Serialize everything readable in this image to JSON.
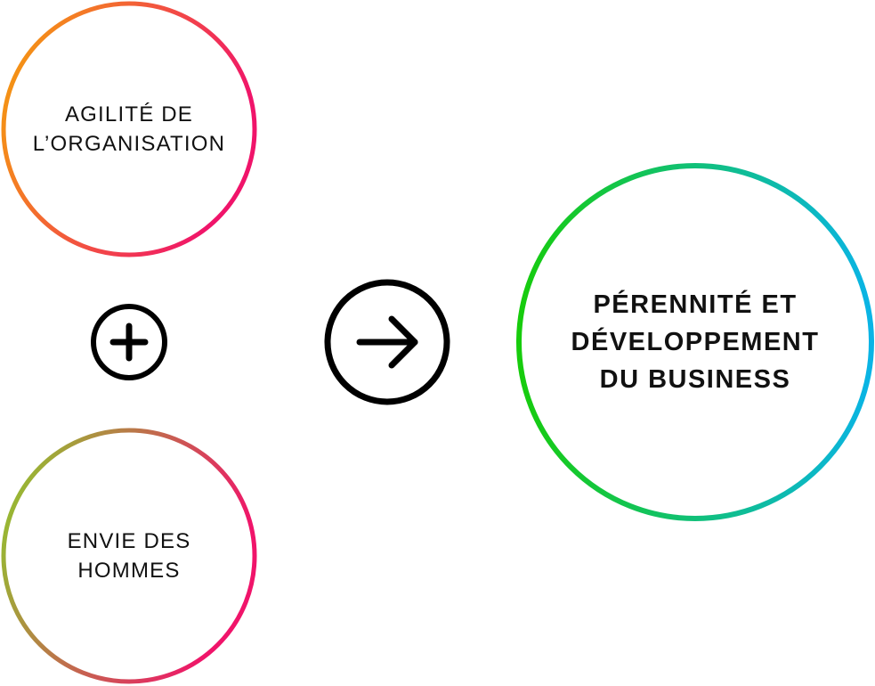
{
  "circles": {
    "agility": {
      "line1": "AGILITÉ DE",
      "line2": "L’ORGANISATION",
      "gradient": [
        "#f5a30a",
        "#f0146a"
      ]
    },
    "people": {
      "line1": "ENVIE DES",
      "line2": "HOMMES",
      "gradient": [
        "#8ccd2c",
        "#f0146a"
      ]
    },
    "business": {
      "line1": "PÉRENNITÉ ET",
      "line2": "DÉVELOPPEMENT",
      "line3": "DU BUSINESS",
      "gradient": [
        "#17cc0c",
        "#0ab4e6"
      ]
    }
  },
  "icons": {
    "plus": "plus-circle-icon",
    "arrow": "arrow-right-circle-icon"
  },
  "colors": {
    "text": "#111111",
    "icon_stroke": "#000000",
    "background": "#ffffff"
  }
}
